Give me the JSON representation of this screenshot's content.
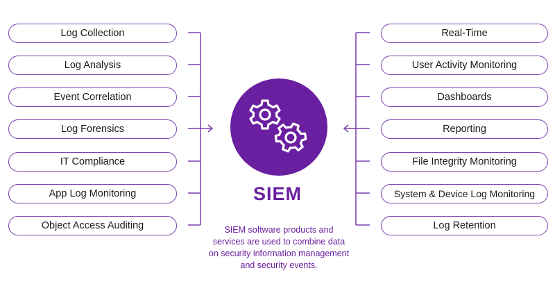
{
  "left_items": [
    {
      "label": "Log Collection"
    },
    {
      "label": "Log Analysis"
    },
    {
      "label": "Event Correlation"
    },
    {
      "label": "Log Forensics"
    },
    {
      "label": "IT Compliance"
    },
    {
      "label": "App Log Monitoring"
    },
    {
      "label": "Object Access Auditing"
    }
  ],
  "right_items": [
    {
      "label": "Real-Time"
    },
    {
      "label": "User Activity Monitoring"
    },
    {
      "label": "Dashboards"
    },
    {
      "label": "Reporting"
    },
    {
      "label": "File Integrity Monitoring"
    },
    {
      "label": "System & Device Log Monitoring"
    },
    {
      "label": "Log Retention"
    }
  ],
  "center": {
    "title": "SIEM",
    "description": "SIEM software products and services are used to combine data on security information management and security events.",
    "icon": "gears-icon"
  },
  "colors": {
    "accent": "#6a1fa0",
    "border": "#7a3fb0",
    "text": "#1a1a1a"
  }
}
